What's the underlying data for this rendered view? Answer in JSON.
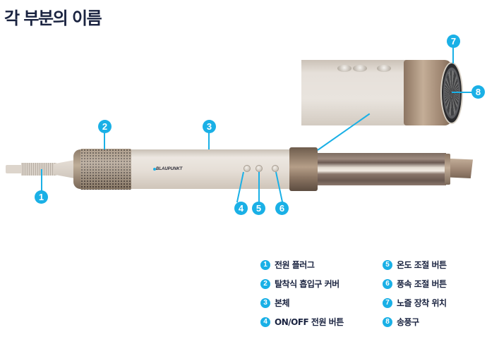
{
  "title": "각 부분의 이름",
  "product": {
    "brand": "BLAUPUNKT"
  },
  "callouts": [
    {
      "num": "1",
      "label": "전원 플러그"
    },
    {
      "num": "2",
      "label": "탈착식 흡입구 커버"
    },
    {
      "num": "3",
      "label": "본체"
    },
    {
      "num": "4",
      "label": "ON/OFF 전원 버튼"
    },
    {
      "num": "5",
      "label": "온도 조절 버튼"
    },
    {
      "num": "6",
      "label": "풍속 조절 버튼"
    },
    {
      "num": "7",
      "label": "노즐 장착 위치"
    },
    {
      "num": "8",
      "label": "송풍구"
    }
  ],
  "colors": {
    "accent": "#1ab0e6",
    "text": "#1a2340"
  }
}
